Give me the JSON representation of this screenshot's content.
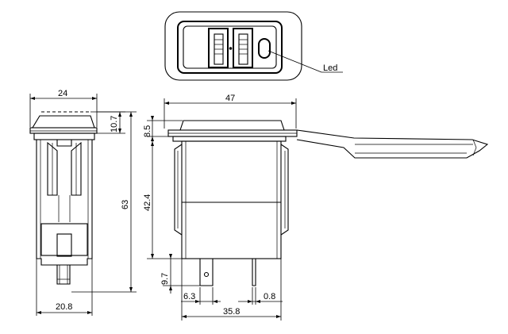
{
  "callout": {
    "led": "Led"
  },
  "dimensions": {
    "side_width": "24",
    "cap_height": "10.7",
    "total_height": "63",
    "base_width": "20.8",
    "front_width": "47",
    "bezel_thickness": "8.5",
    "body_height": "42.4",
    "terminal_length": "9.7",
    "terminal_width": "6.3",
    "terminal_thickness": "0.8",
    "terminal_span": "35.8"
  }
}
